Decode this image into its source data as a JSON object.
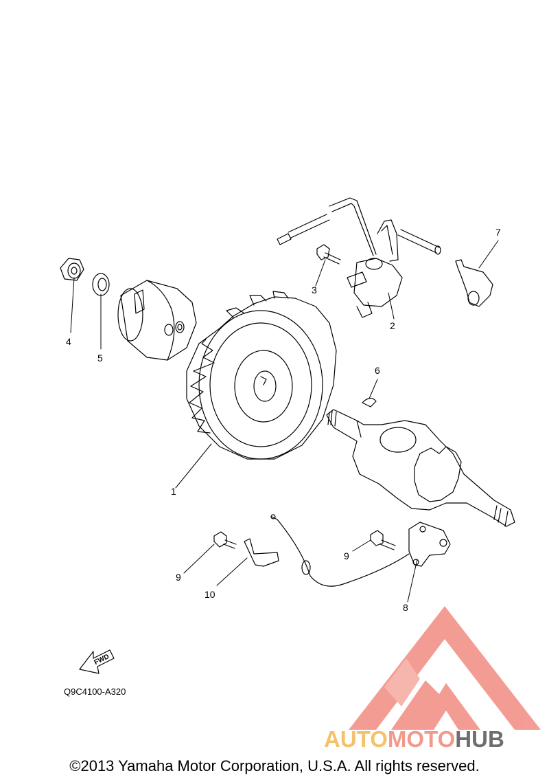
{
  "callouts": [
    {
      "num": "1"
    },
    {
      "num": "2"
    },
    {
      "num": "3"
    },
    {
      "num": "4"
    },
    {
      "num": "5"
    },
    {
      "num": "6"
    },
    {
      "num": "7"
    },
    {
      "num": "8"
    },
    {
      "num": "9"
    },
    {
      "num": "9"
    },
    {
      "num": "10"
    }
  ],
  "fwd_label": "FWD",
  "diagram_code": "Q9C4100-A320",
  "watermark": {
    "part1": "AUTO",
    "part2": "MOTO",
    "part3": "HUB",
    "colors": {
      "auto": "#f5c26b",
      "moto": "#f19a8c",
      "hub": "#6e6e6e",
      "triangle": "#f28b82"
    }
  },
  "copyright": "©2013 Yamaha Motor Corporation, U.S.A. All rights reserved."
}
